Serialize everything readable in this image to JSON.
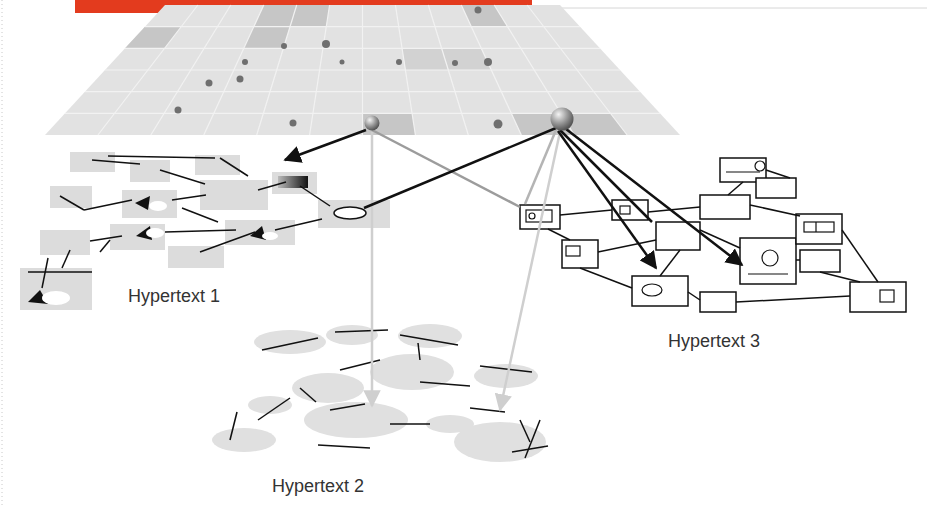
{
  "diagram": {
    "labels": [
      "Hypertext 1",
      "Hypertext 2",
      "Hypertext 3"
    ]
  }
}
